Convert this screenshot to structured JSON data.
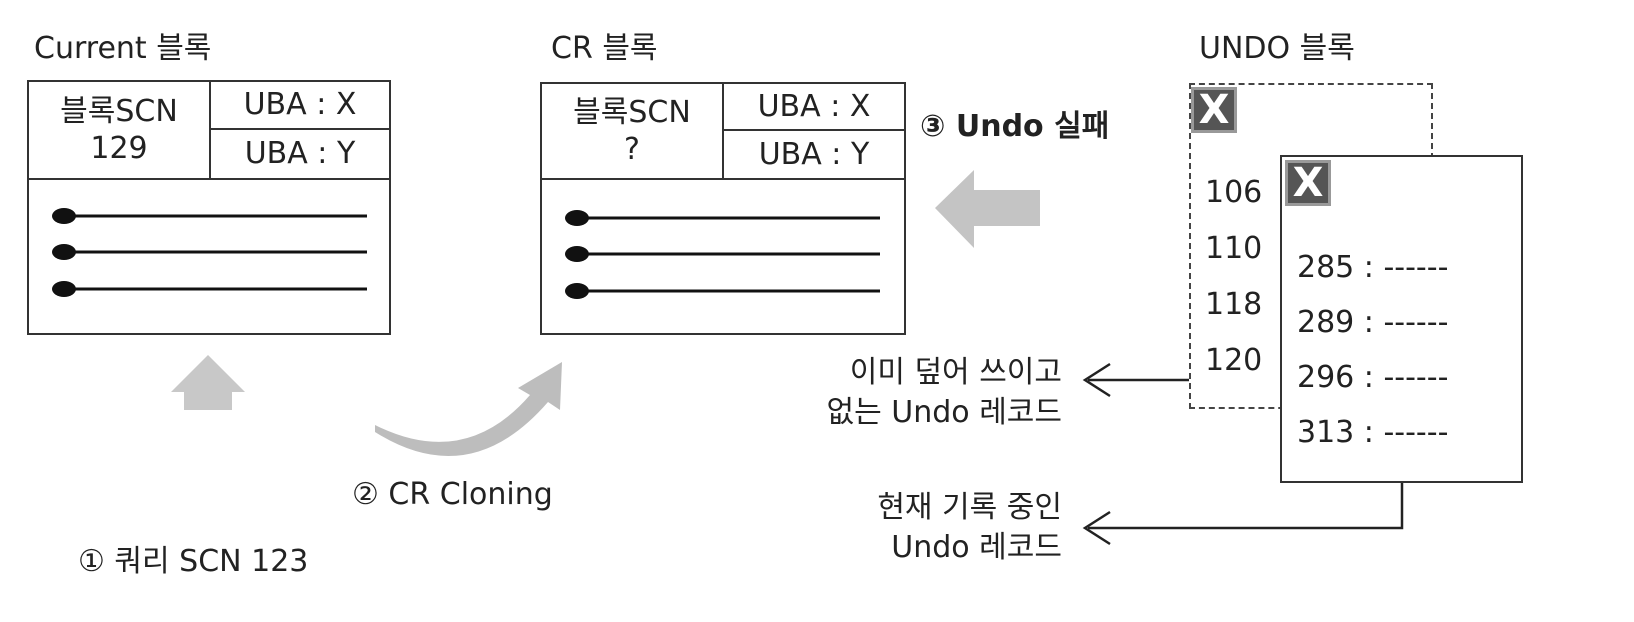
{
  "current_block": {
    "title": "Current 블록",
    "scn_label": "블록SCN",
    "scn_value": "129",
    "uba_x": "UBA : X",
    "uba_y": "UBA : Y"
  },
  "cr_block": {
    "title": "CR 블록",
    "scn_label": "블록SCN",
    "scn_value": "?",
    "uba_x": "UBA : X",
    "uba_y": "UBA : Y"
  },
  "undo_block": {
    "title": "UNDO 블록",
    "badge": "X",
    "old_records": [
      "106",
      "110",
      "118",
      "120"
    ],
    "current_records": [
      "285 : ------",
      "289 : ------",
      "296 : ------",
      "313 : ------"
    ]
  },
  "steps": {
    "step1": "① 쿼리 SCN 123",
    "step2": "② CR Cloning",
    "step3": "③ Undo 실패"
  },
  "notes": {
    "overwritten_line1": "이미 덮어 쓰이고",
    "overwritten_line2": "없는 Undo 레코드",
    "current_line1": "현재 기록 중인",
    "current_line2": "Undo 레코드"
  }
}
